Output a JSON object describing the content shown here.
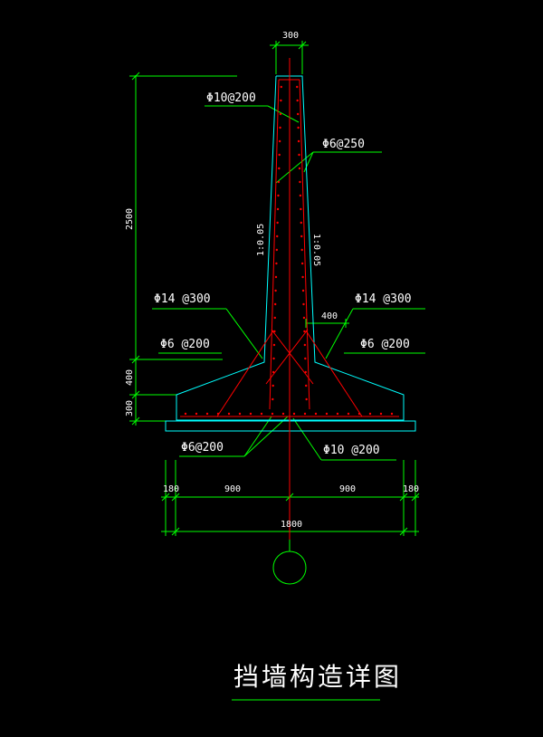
{
  "drawing": {
    "title": "挡墙构造详图",
    "colors": {
      "background": "#000000",
      "dimension": "#00ff00",
      "concrete_outline": "#00ffff",
      "rebar": "#ff0000",
      "centerline": "#ff0000",
      "text": "#ffffff"
    },
    "dimensions": {
      "top_width": "300",
      "wall_height": "2500",
      "haunch_height": "400",
      "footing_thickness": "300",
      "haunch_width": "400",
      "left_edge": "180",
      "left_span": "900",
      "right_span": "900",
      "right_edge": "180",
      "total_width": "1800"
    },
    "rebar_labels": {
      "top_vertical": "Φ10@200",
      "distribution": "Φ6@250",
      "batter_left": "1:0.05",
      "batter_right": "1:0.05",
      "haunch_left": "Φ14 @300",
      "haunch_right": "Φ14 @300",
      "haunch_stirrup_left": "Φ6 @200",
      "haunch_stirrup_right": "Φ6 @200",
      "footing_distribution": "Φ6@200",
      "footing_main": "Φ10 @200"
    }
  }
}
